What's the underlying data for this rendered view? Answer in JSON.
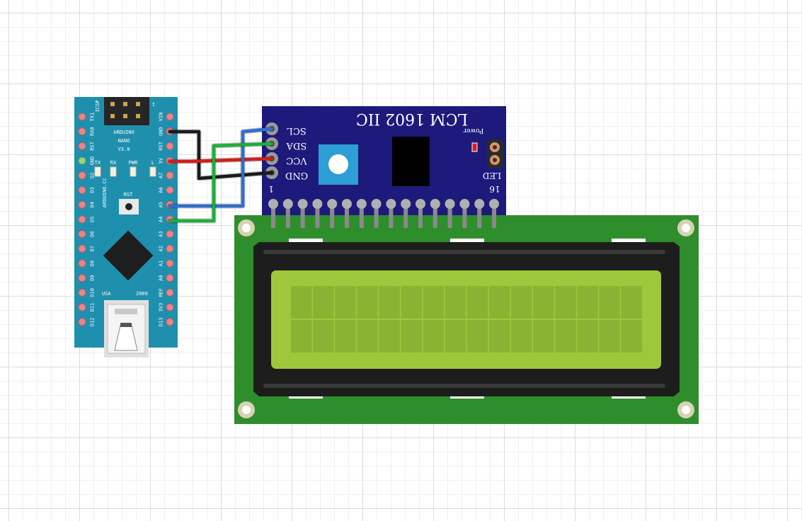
{
  "arduino": {
    "title_line1": "ARDUINO",
    "title_line2": "NANO",
    "title_line3": "V3.0",
    "icsp_label": "ICSP",
    "icsp_pin1": "1",
    "website": "ARDUINO.CC",
    "rst_button_label": "RST",
    "usa_label": "USA",
    "year_label": "2009",
    "leds": [
      "TX",
      "RX",
      "PWR",
      "L"
    ],
    "left_pins": [
      "TX1",
      "RX0",
      "RST",
      "GND",
      "D2",
      "D3",
      "D4",
      "D5",
      "D6",
      "D7",
      "D8",
      "D9",
      "D10",
      "D11",
      "D12"
    ],
    "right_pins": [
      "VIN",
      "GND",
      "RST",
      "5V",
      "A7",
      "A6",
      "A5",
      "A4",
      "A3",
      "A2",
      "A1",
      "A0",
      "REF",
      "3V3",
      "D13"
    ]
  },
  "i2c_module": {
    "title": "LCM 1602 IIC",
    "pins": [
      "SCL",
      "SDA",
      "VCC",
      "GND"
    ],
    "power_label": "Power",
    "led_label": "LED",
    "pin_first": "1",
    "pin_last": "16"
  },
  "lcd": {
    "rows": 2,
    "columns": 16
  },
  "wires": [
    {
      "from": "GND",
      "to": "GND",
      "color": "#1a1a1a"
    },
    {
      "from": "5V",
      "to": "VCC",
      "color": "#d11d1d"
    },
    {
      "from": "A5",
      "to": "SCL",
      "color": "#2c6fcf"
    },
    {
      "from": "A4",
      "to": "SDA",
      "color": "#1fae3a"
    }
  ],
  "colors": {
    "nano_board": "#1f8fae",
    "module_board": "#1d1a7c",
    "lcd_pcb": "#2f8e2c",
    "lcd_screen": "#9fc73b"
  }
}
